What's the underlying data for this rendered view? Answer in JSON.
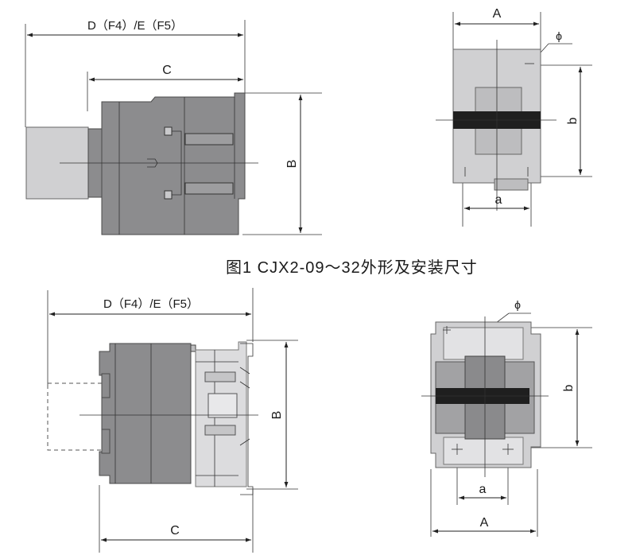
{
  "figure1": {
    "side_view": {
      "dim_top": "D（F4）/E（F5）",
      "dim_c": "C",
      "dim_b": "B"
    },
    "front_view": {
      "dim_a_upper": "A",
      "phi": "ϕ",
      "dim_b_small": "b",
      "dim_a_small": "a"
    },
    "caption": "图1 CJX2-09～32外形及安装尺寸"
  },
  "figure2": {
    "side_view": {
      "dim_top": "D（F4）/E（F5）",
      "dim_b": "B",
      "dim_c": "C"
    },
    "front_view": {
      "phi": "ϕ",
      "dim_b_small": "b",
      "dim_a_small": "a",
      "dim_a_lower": "A"
    }
  }
}
